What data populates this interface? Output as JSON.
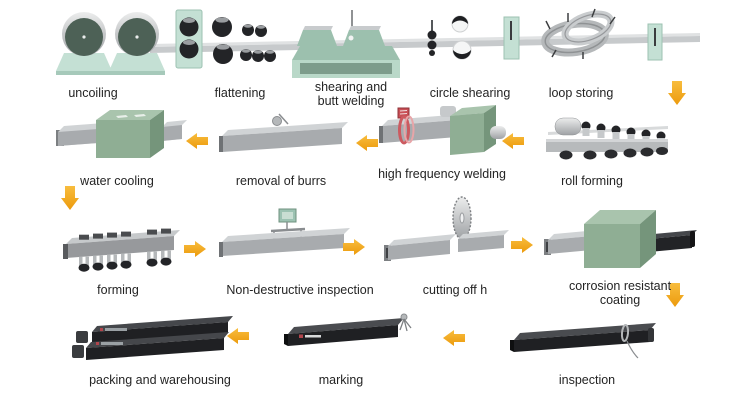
{
  "diagram": {
    "type": "process-flow",
    "stations": [
      {
        "id": "uncoiling",
        "label": "uncoiling"
      },
      {
        "id": "flattening",
        "label": "flattening"
      },
      {
        "id": "shearing-butt-welding",
        "label": "shearing and butt welding"
      },
      {
        "id": "circle-shearing",
        "label": "circle shearing"
      },
      {
        "id": "loop-storing",
        "label": "loop storing"
      },
      {
        "id": "roll-forming",
        "label": "roll forming"
      },
      {
        "id": "high-frequency-welding",
        "label": "high frequency welding"
      },
      {
        "id": "removal-of-burrs",
        "label": "removal of burrs"
      },
      {
        "id": "water-cooling",
        "label": "water cooling"
      },
      {
        "id": "forming",
        "label": "forming"
      },
      {
        "id": "non-destructive-inspection",
        "label": "Non-destructive inspection"
      },
      {
        "id": "cutting-off",
        "label": "cutting off h"
      },
      {
        "id": "corrosion-resistant-coating",
        "label": "corrosion resistant coating"
      },
      {
        "id": "inspection",
        "label": "inspection"
      },
      {
        "id": "marking",
        "label": "marking"
      },
      {
        "id": "packing-warehousing",
        "label": "packing and warehousing"
      }
    ],
    "flow_arrows": [
      {
        "from": "loop storing",
        "to": "roll forming",
        "direction": "down"
      },
      {
        "from": "roll forming",
        "to": "high frequency welding",
        "direction": "left"
      },
      {
        "from": "high frequency welding",
        "to": "removal of burrs",
        "direction": "left"
      },
      {
        "from": "removal of burrs",
        "to": "water cooling",
        "direction": "left"
      },
      {
        "from": "water cooling",
        "to": "forming",
        "direction": "down"
      },
      {
        "from": "forming",
        "to": "Non-destructive inspection",
        "direction": "right"
      },
      {
        "from": "Non-destructive inspection",
        "to": "cutting off h",
        "direction": "right"
      },
      {
        "from": "cutting off h",
        "to": "corrosion resistant coating",
        "direction": "right"
      },
      {
        "from": "corrosion resistant coating",
        "to": "inspection",
        "direction": "down"
      },
      {
        "from": "inspection",
        "to": "marking",
        "direction": "left"
      },
      {
        "from": "marking",
        "to": "packing and warehousing",
        "direction": "left"
      }
    ],
    "colors": {
      "background": "#ffffff",
      "arrow": "#f2a51f",
      "machine_green": "#8fae94",
      "machine_teal": "#c4e0d4",
      "pipe_gray": "#a8abae",
      "pipe_black": "#1f2023",
      "weld_coil_red": "#c9565c"
    }
  }
}
